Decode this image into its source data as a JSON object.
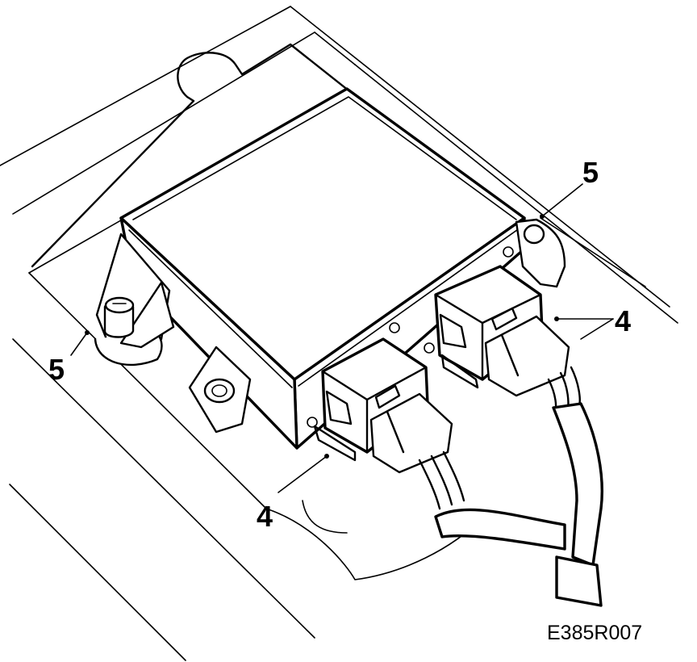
{
  "figure": {
    "drawing_code": "E385R007"
  },
  "callouts": [
    {
      "id": "callout-5-right",
      "label": "5"
    },
    {
      "id": "callout-4-right",
      "label": "4"
    },
    {
      "id": "callout-5-left",
      "label": "5"
    },
    {
      "id": "callout-4-bottom",
      "label": "4"
    }
  ],
  "colors": {
    "ink": "#000000",
    "paper": "#ffffff"
  }
}
